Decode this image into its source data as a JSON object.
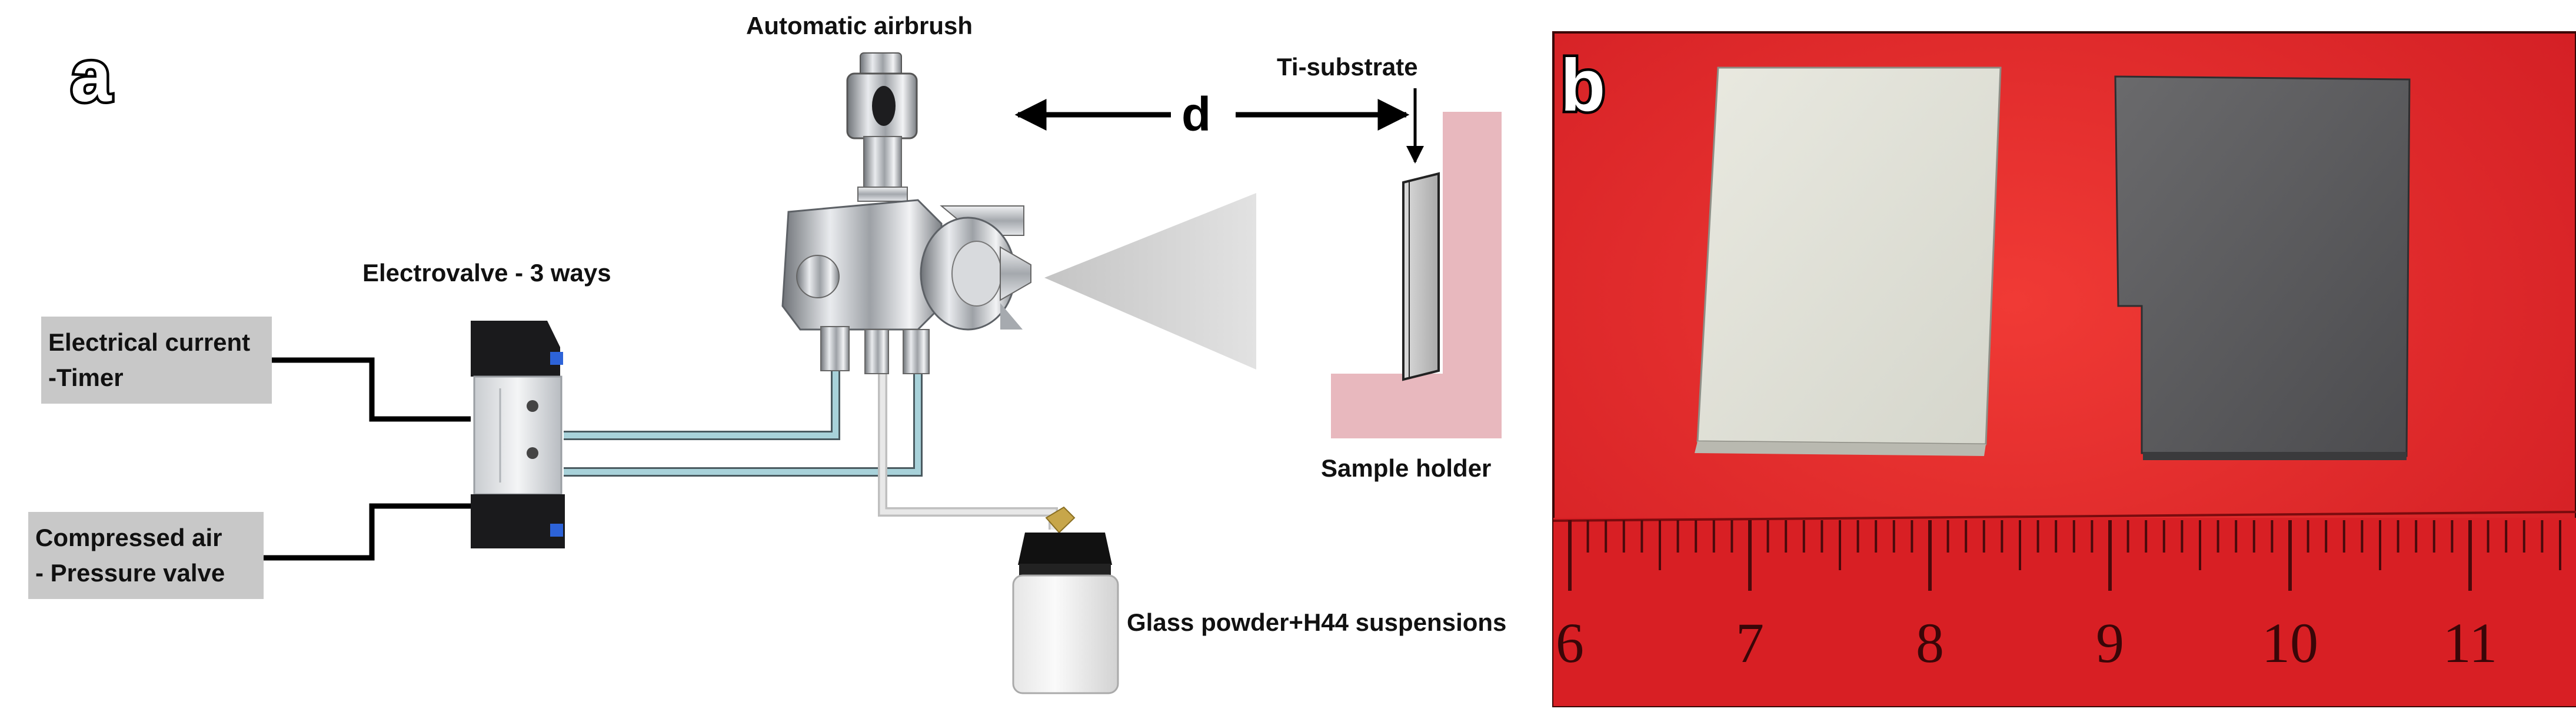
{
  "panel_a": {
    "letter": "a",
    "labels": {
      "airbrush": "Automatic airbrush",
      "distance": "d",
      "substrate": "Ti-substrate",
      "holder": "Sample holder",
      "electrovalve": "Electrovalve - 3 ways",
      "electrical_line1": "Electrical current",
      "electrical_line2": "-Timer",
      "air_line1": "Compressed air",
      "air_line2": "- Pressure valve",
      "suspension": "Glass powder+H44 suspensions"
    },
    "colors": {
      "box_fill": "#c8c8c8",
      "holder_pink": "#e8b8be",
      "spray_cone": "#d4d4d4",
      "tube_blue": "#9ec8d0",
      "tube_grey": "#d8d8d8"
    }
  },
  "panel_b": {
    "letter": "b",
    "ruler_numbers": [
      "6",
      "7",
      "8",
      "9",
      "10",
      "11"
    ],
    "colors": {
      "background_red": "#e8262a",
      "sample_white": "#e2e2d8",
      "sample_grey": "#58585a",
      "ruler_red": "#d81f24"
    }
  }
}
